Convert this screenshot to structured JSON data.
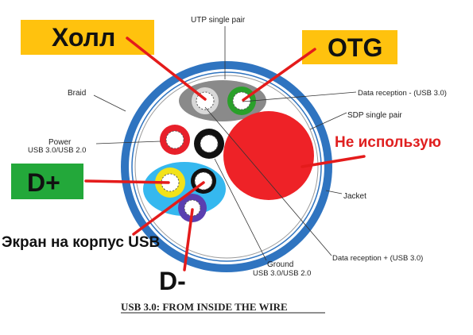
{
  "diagram": {
    "caption": "USB 3.0: FROM INSIDE THE WIRE",
    "labels": {
      "utp": "UTP single pair",
      "braid": "Braid",
      "data_rx_minus": "Data reception - (USB 3.0)",
      "sdp": "SDP single pair",
      "power_line1": "Power",
      "power_line2": "USB 3.0/USB 2.0",
      "jacket": "Jacket",
      "ground_line1": "Ground",
      "ground_line2": "USB 3.0/USB 2.0",
      "data_rx_plus": "Data reception + (USB 3.0)"
    },
    "annotations": {
      "holl": "Холл",
      "otg": "OTG",
      "not_used": "Не использую",
      "d_plus": "D+",
      "screen": "Экран на корпус USB",
      "d_minus": "D-"
    },
    "colors": {
      "jacket_blue": "#2f74c0",
      "inner_white": "#ffffff",
      "gray_pair": "#8a8a8a",
      "green_wire": "#2aa02a",
      "red_wire": "#e8202a",
      "black_wire": "#111111",
      "yellow_wire": "#f2e21a",
      "cyan_group": "#35b8ef",
      "purple_wire": "#5a3fb0",
      "big_red": "#ee2227",
      "annotation_yellow": "#ffc20e",
      "annotation_green": "#23a83a",
      "arrow_red": "#e41b1b"
    }
  }
}
